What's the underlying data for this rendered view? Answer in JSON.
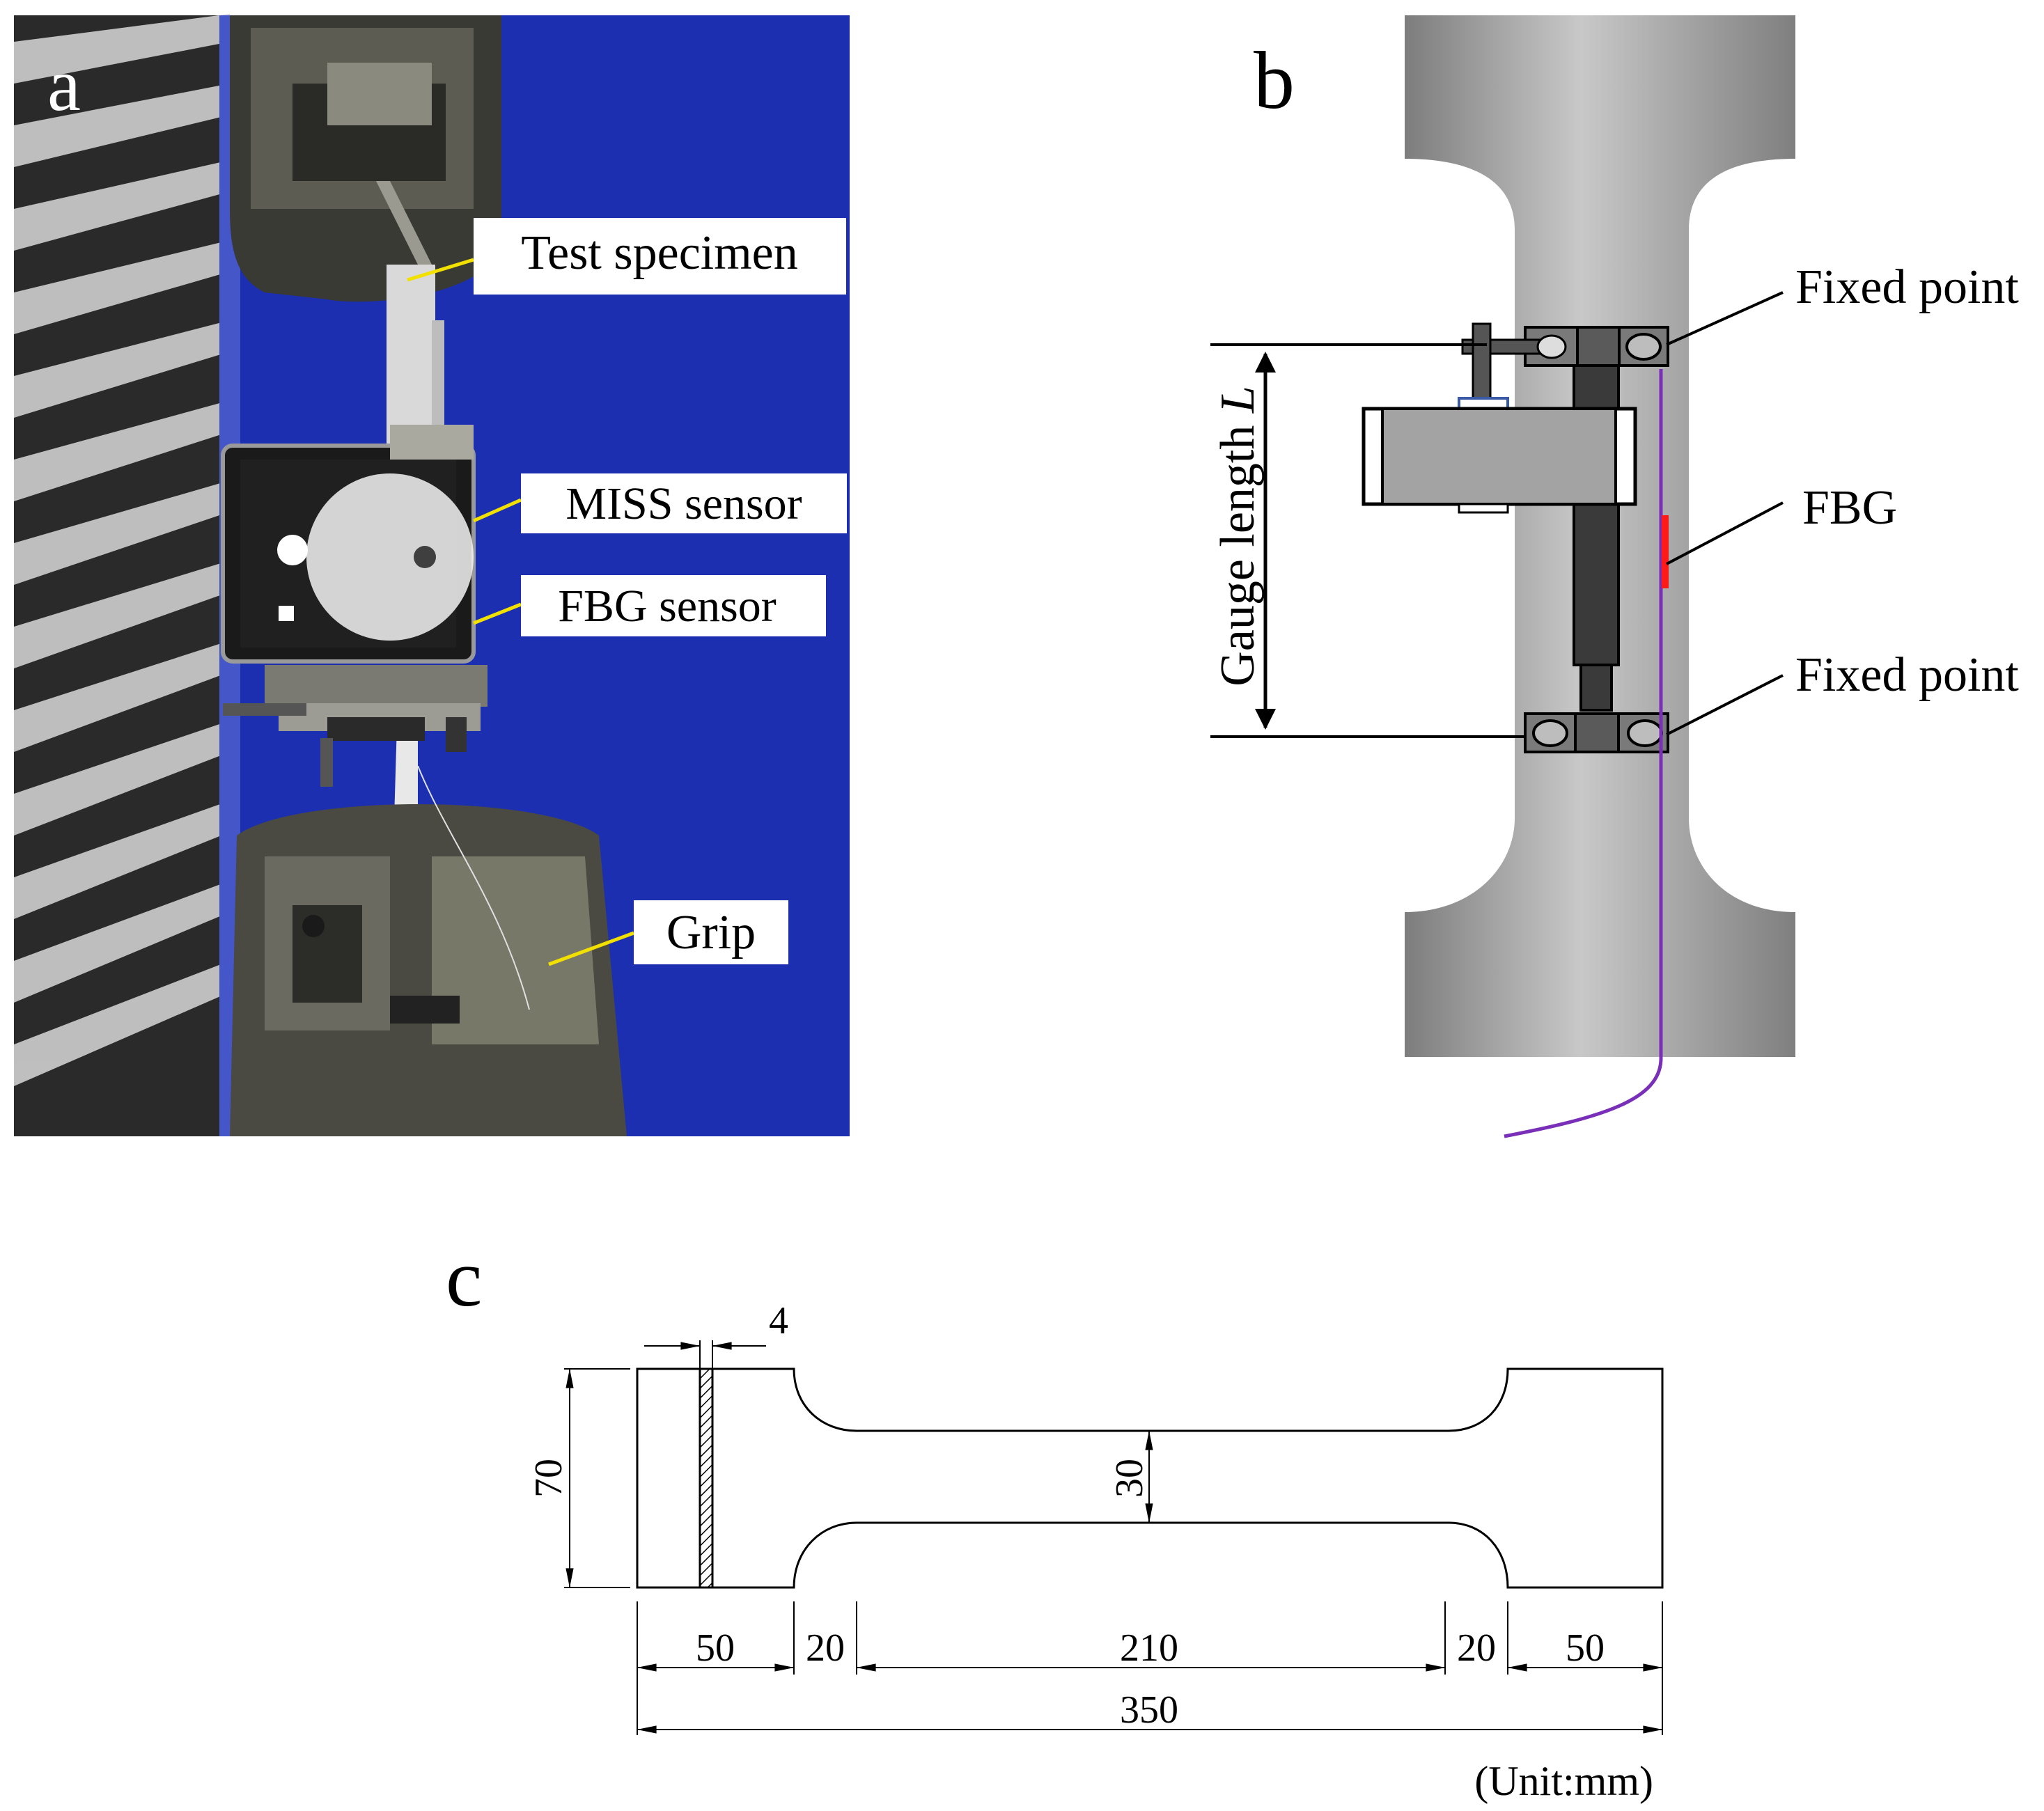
{
  "panel_a": {
    "letter": "a",
    "labels": {
      "test_specimen": "Test specimen",
      "miss_sensor": "MISS sensor",
      "fbg_sensor": "FBG sensor",
      "grip": "Grip"
    }
  },
  "panel_b": {
    "letter": "b",
    "labels": {
      "fixed_point_top": "Fixed point",
      "fbg": "FBG",
      "fixed_point_bottom": "Fixed point",
      "gauge_length": "Gauge length ",
      "gauge_length_var": "L"
    }
  },
  "panel_c": {
    "letter": "c",
    "dims": {
      "slot_width": "4",
      "height": "70",
      "neck_width": "30",
      "left_end": "50",
      "left_fillet": "20",
      "center_length": "210",
      "right_fillet": "20",
      "right_end": "50",
      "total_length": "350"
    },
    "unit_note": "(Unit:mm)"
  },
  "colors": {
    "stage_blue": "#1b2fb0",
    "label_leader": "#f2e000",
    "specimen_gray": "#8c8c8c",
    "fbg_fiber": "#7a2fb8",
    "fbg_grating": "#ff1a1a"
  }
}
